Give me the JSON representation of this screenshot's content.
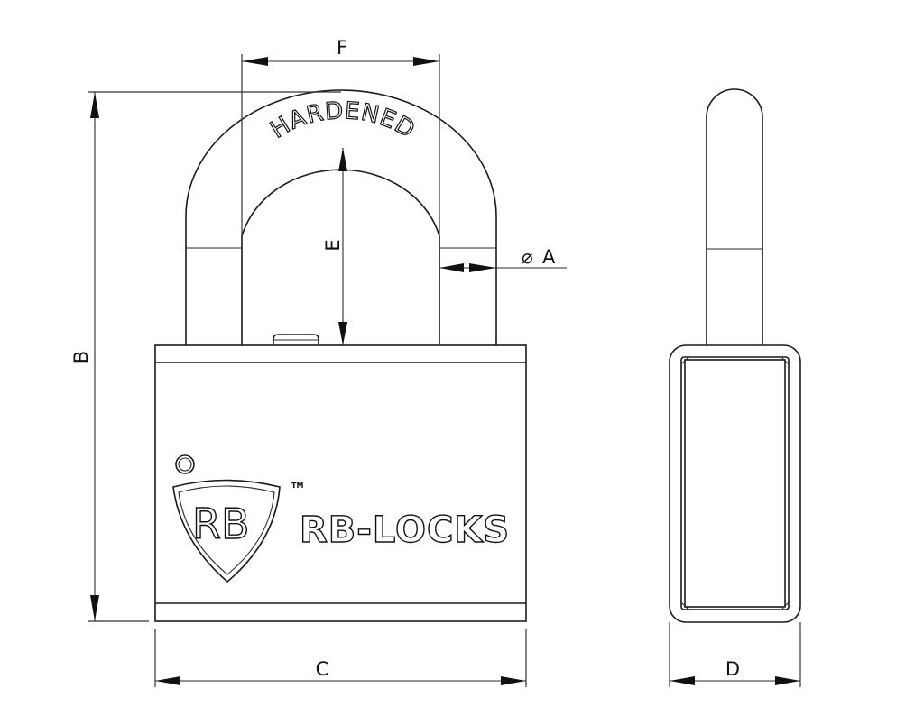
{
  "drawing": {
    "title": "Padlock technical dimension drawing",
    "views": [
      "front-view",
      "side-view"
    ],
    "shackle_marking": "HARDENED",
    "brand": {
      "name": "RB-LOCKS",
      "logo_monogram": "RB",
      "trademark": "TM"
    },
    "dimensions": {
      "A": {
        "label": "A",
        "symbol": "⌀",
        "meaning": "shackle diameter"
      },
      "B": {
        "label": "B",
        "meaning": "overall height"
      },
      "C": {
        "label": "C",
        "meaning": "body width"
      },
      "D": {
        "label": "D",
        "meaning": "body thickness"
      },
      "E": {
        "label": "E",
        "meaning": "shackle clearance height"
      },
      "F": {
        "label": "F",
        "meaning": "shackle inner width"
      }
    },
    "colors": {
      "line": "#1a1a1a",
      "background": "#ffffff"
    }
  }
}
